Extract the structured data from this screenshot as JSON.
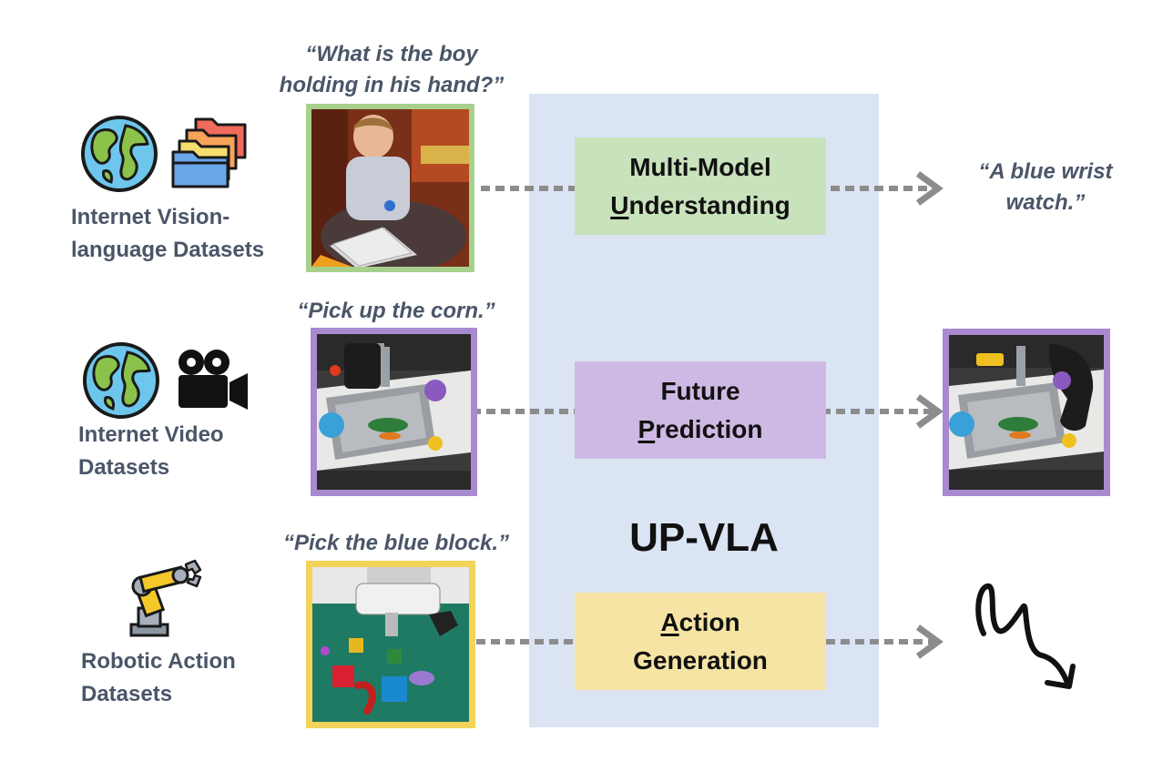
{
  "title": "UP-VLA",
  "rows": [
    {
      "dataset_label_lines": [
        "Internet Vision-",
        "language Datasets"
      ],
      "quote_lines": [
        "“What is the boy",
        "holding in his hand?”"
      ],
      "module_line1": "Multi-Model",
      "module_line2_first": "U",
      "module_line2_rest": "nderstanding",
      "output_lines": [
        "“A blue wrist",
        "watch.”"
      ]
    },
    {
      "dataset_label_lines": [
        "Internet Video",
        "Datasets"
      ],
      "quote_lines": [
        "“Pick up the corn.”"
      ],
      "module_line1": "Future",
      "module_line2_first": "P",
      "module_line2_rest": "rediction"
    },
    {
      "dataset_label_lines": [
        "Robotic Action",
        "Datasets"
      ],
      "quote_lines": [
        "“Pick the blue block.”"
      ],
      "module_line1_first": "A",
      "module_line1_rest": "ction",
      "module_line2": "Generation"
    }
  ],
  "icons": [
    "globe-icon",
    "folders-icon",
    "video-camera-icon",
    "robot-arm-icon",
    "squiggle-arrow-icon"
  ],
  "colors": {
    "panel": "#dbe4f3",
    "understanding": "#c8e2bc",
    "understanding_border": "#a7d08c",
    "prediction": "#ceb9e4",
    "prediction_border": "#a98ad0",
    "action": "#f6e4a4",
    "action_border": "#f3d35a",
    "label_text": "#4a5668",
    "arrow": "#8c8c8c"
  }
}
